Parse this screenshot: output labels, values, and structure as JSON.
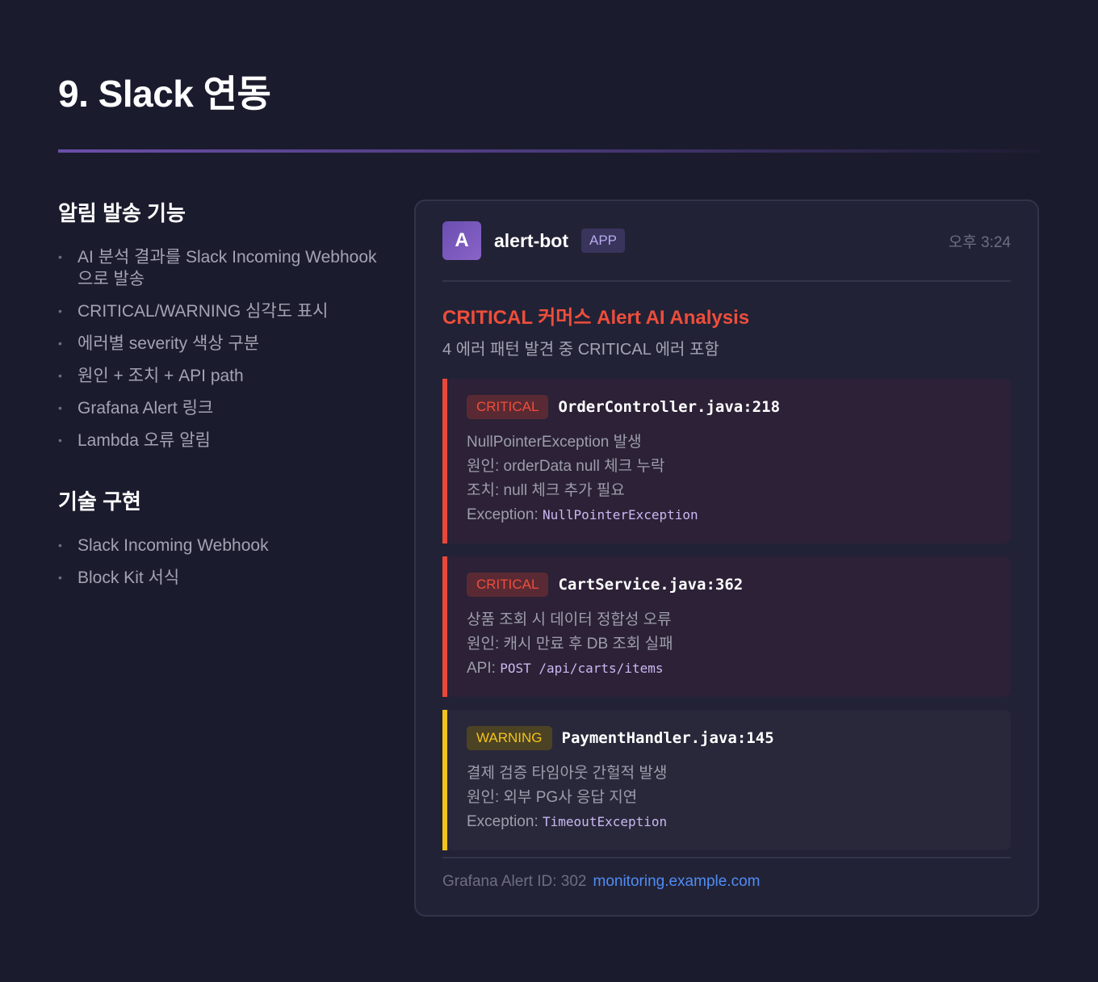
{
  "page": {
    "title": "9. Slack 연동"
  },
  "features": {
    "heading": "알림 발송 기능",
    "items": [
      "AI 분석 결과를 Slack Incoming Webhook으로 발송",
      "CRITICAL/WARNING 심각도 표시",
      "에러별 severity 색상 구분",
      "원인 + 조치 + API path",
      "Grafana Alert 링크",
      "Lambda 오류 알림"
    ]
  },
  "tech": {
    "heading": "기술 구현",
    "items": [
      "Slack Incoming Webhook",
      "Block Kit 서식"
    ]
  },
  "message": {
    "avatar": "A",
    "bot": "alert-bot",
    "app_badge": "APP",
    "time": "오후 3:24",
    "title": "CRITICAL 커머스 Alert AI Analysis",
    "subtitle": "4 에러 패턴 발견 중 CRITICAL 에러 포함",
    "colors": {
      "critical": "#e8483b",
      "warning": "#f2c31a",
      "link": "#4f8df5"
    },
    "blocks": [
      {
        "severity": "CRITICAL",
        "file": "OrderController.java:218",
        "lines": [
          "NullPointerException 발생",
          "원인: orderData null 체크 누락",
          "조치: null 체크 추가 필요"
        ],
        "code_label": "Exception:",
        "code": "NullPointerException"
      },
      {
        "severity": "CRITICAL",
        "file": "CartService.java:362",
        "lines": [
          "상품 조회 시 데이터 정합성 오류",
          "원인: 캐시 만료 후 DB 조회 실패"
        ],
        "code_label": "API:",
        "code": "POST /api/carts/items"
      },
      {
        "severity": "WARNING",
        "file": "PaymentHandler.java:145",
        "lines": [
          "결제 검증 타임아웃 간헐적 발생",
          "원인: 외부 PG사 응답 지연"
        ],
        "code_label": "Exception:",
        "code": "TimeoutException"
      }
    ],
    "footer": {
      "alert_id": "Grafana Alert ID: 302",
      "link": "monitoring.example.com"
    }
  }
}
